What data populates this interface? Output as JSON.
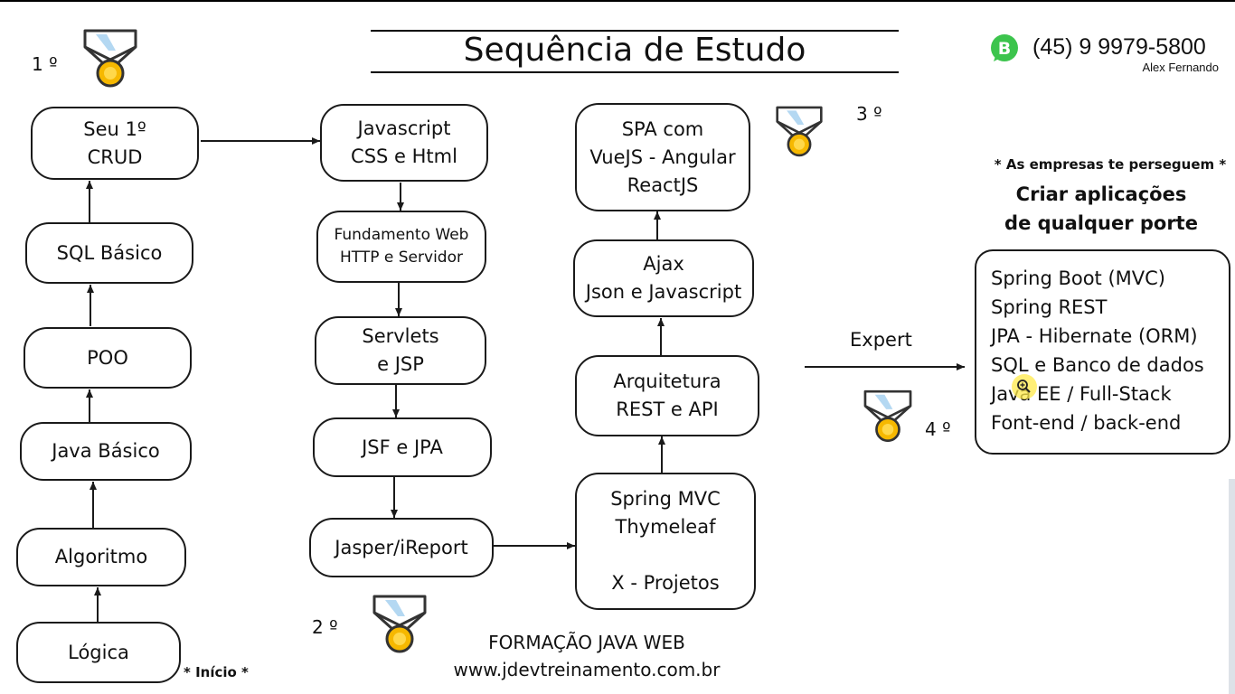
{
  "title": "Sequência de Estudo",
  "contact": {
    "phone": "(45) 9 9979-5800",
    "author": "Alex Fernando",
    "whatsapp_icon_letter": "B"
  },
  "ranks": [
    "1 º",
    "2 º",
    "3 º",
    "4 º"
  ],
  "notes": {
    "start": "* Início *"
  },
  "column1": {
    "crud": [
      "Seu 1º",
      "CRUD"
    ],
    "sql": "SQL Básico",
    "poo": "POO",
    "java": "Java Básico",
    "algoritmo": "Algoritmo",
    "logica": "Lógica"
  },
  "column2": {
    "javascript": [
      "Javascript",
      "CSS e Html"
    ],
    "fundamento": [
      "Fundamento Web",
      "HTTP e Servidor"
    ],
    "servlets": [
      "Servlets",
      "e JSP"
    ],
    "jsf": "JSF e JPA",
    "jasper": "Jasper/iReport"
  },
  "column3": {
    "spa": [
      "SPA com",
      "VueJS - Angular",
      "ReactJS"
    ],
    "ajax": [
      "Ajax",
      "Json e Javascript"
    ],
    "arquitetura": [
      "Arquitetura",
      "REST e API"
    ],
    "spring": [
      "Spring MVC",
      "Thymeleaf",
      "X - Projetos"
    ]
  },
  "expert_label": "Expert",
  "right_panel": {
    "tagline": "* As empresas te perseguem *",
    "headline": [
      "Criar aplicações",
      "de qualquer porte"
    ],
    "items": [
      "Spring Boot (MVC)",
      "Spring REST",
      "JPA - Hibernate (ORM)",
      "SQL e Banco de dados",
      "Java EE / Full-Stack",
      "Font-end / back-end"
    ]
  },
  "footer": [
    "FORMAÇÃO JAVA WEB",
    "www.jdevtreinamento.com.br"
  ],
  "colors": {
    "line": "#1a1a1a",
    "medal_gold": "#f6b800",
    "medal_ribbon": "#b4d8f2",
    "whatsapp_green": "#3cc44d"
  },
  "icons": [
    "medal-icon",
    "whatsapp-icon",
    "zoom-cursor-icon"
  ]
}
